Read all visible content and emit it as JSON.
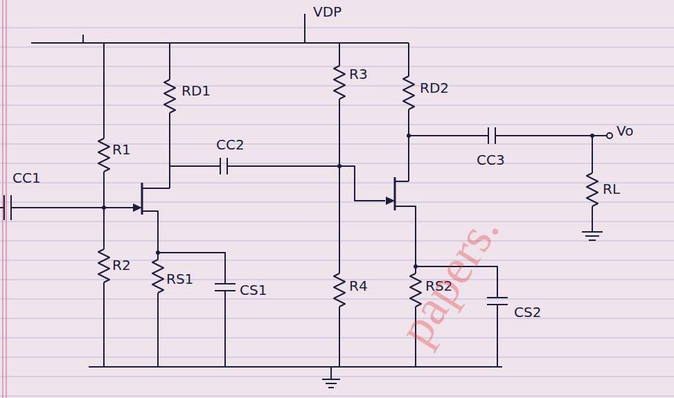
{
  "diagram": {
    "labels": [
      "VDP",
      "R1",
      "RD1",
      "CC2",
      "R3",
      "RD2",
      "CC1",
      "CC3",
      "Vo",
      "RL",
      "R2",
      "RS1",
      "CS1",
      "R4",
      "RS2",
      "CS2",
      "papers."
    ]
  }
}
